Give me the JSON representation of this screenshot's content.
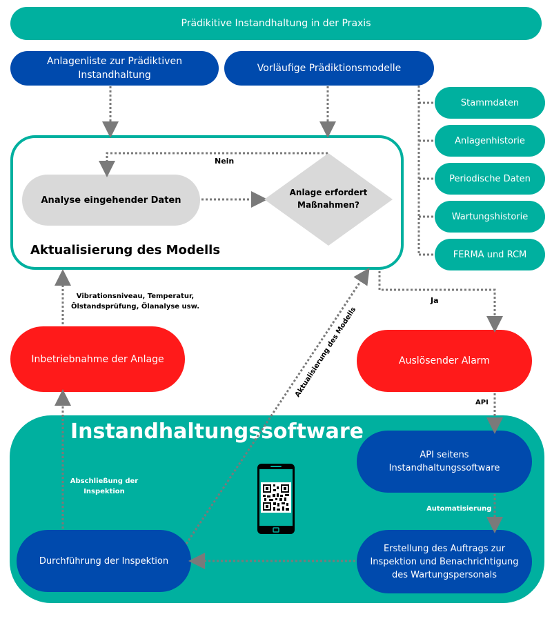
{
  "title": "Prädikitive Instandhaltung in der Praxis",
  "top_boxes": {
    "asset_list": "Anlagenliste zur Prädiktiven Instandhaltung",
    "prelim_models": "Vorläufige Prädiktionsmodelle"
  },
  "data_sources": [
    "Stammdaten",
    "Anlagenhistorie",
    "Periodische Daten",
    "Wartungshistorie",
    "FERMA und RCM"
  ],
  "model_update": {
    "title": "Aktualisierung des Modells",
    "analysis": "Analyse eingehender Daten",
    "decision": "Anlage erfordert Maßnahmen?",
    "no_label": "Nein",
    "yes_label": "Ja"
  },
  "sensor_label": "Vibrationsniveau, Temperatur, Ölstandsprüfung, Ölanalyse usw.",
  "commissioning": "Inbetriebnahme der Anlage",
  "alarm": "Auslösender Alarm",
  "api_label": "API",
  "diagonal_label": "Aktualisierung des Modells",
  "software": {
    "title": "Instandhaltungssoftware",
    "api_box": "API seitens Instandhaltungssoftware",
    "automation_label": "Automatisierung",
    "work_order": "Erstellung des Auftrags zur Inspektion und Benachrichtigung des Wartungspersonals",
    "inspection": "Durchführung der Inspektion",
    "completion_label": "Abschließung der Inspektion",
    "phone_icon": "smartphone-qr-icon"
  },
  "colors": {
    "teal": "#00b09f",
    "blue": "#004aad",
    "red": "#ff1a1a",
    "grey": "#d9d9d9",
    "connector": "#7a7a7a"
  }
}
